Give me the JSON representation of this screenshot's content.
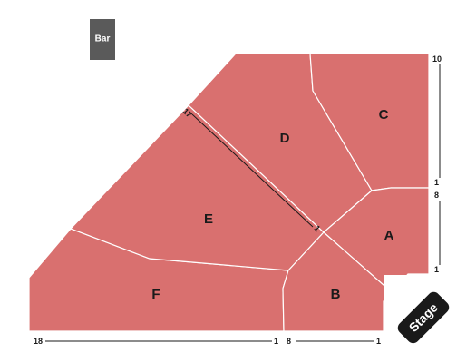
{
  "venue_map": {
    "bar": {
      "label": "Bar"
    },
    "stage": {
      "label": "Stage"
    },
    "section_color": "#d9706f",
    "sections": [
      {
        "id": "A",
        "label": "A"
      },
      {
        "id": "B",
        "label": "B"
      },
      {
        "id": "C",
        "label": "C"
      },
      {
        "id": "D",
        "label": "D"
      },
      {
        "id": "E",
        "label": "E"
      },
      {
        "id": "F",
        "label": "F"
      }
    ],
    "row_markers": {
      "c_top": "10",
      "c_bottom": "1",
      "a_top": "8",
      "a_bottom": "1",
      "f_left": "18",
      "f_right": "1",
      "b_left": "8",
      "b_right": "1",
      "e_top": "17",
      "e_bottom": "1"
    }
  }
}
